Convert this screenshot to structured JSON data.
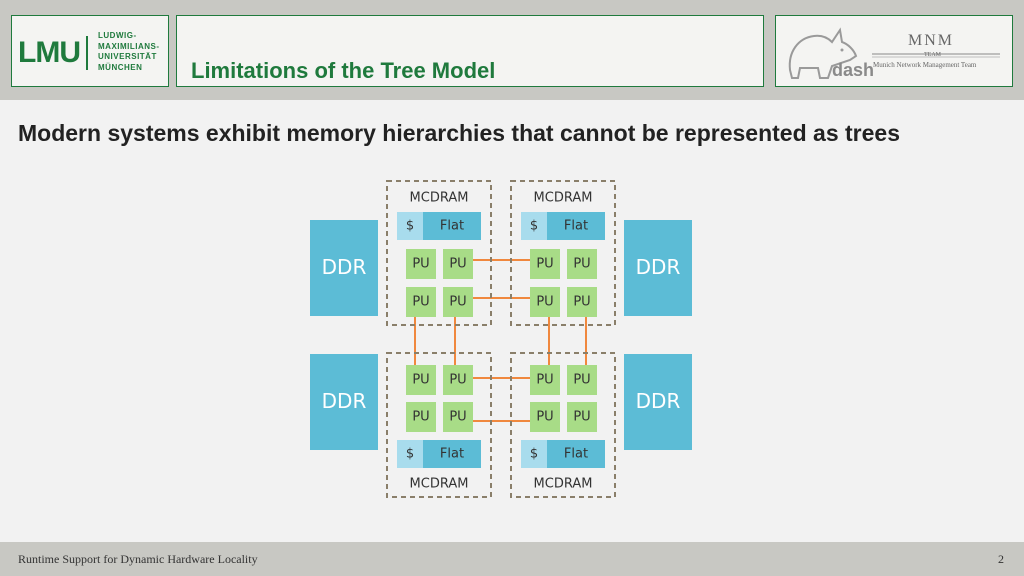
{
  "header": {
    "logo_word": "LMU",
    "logo_lines": [
      "LUDWIG-",
      "MAXIMILIANS-",
      "UNIVERSITÄT",
      "MÜNCHEN"
    ],
    "title": "Limitations of the Tree Model",
    "partner": {
      "dash": "dash",
      "mnm": "MNM",
      "team": "TEAM",
      "subtitle": "Munich Network Management Team"
    }
  },
  "heading": "Modern systems exhibit memory hierarchies that cannot be represented as trees",
  "diagram": {
    "mcdram_label": "MCDRAM",
    "cache_label": "$",
    "flat_label": "Flat",
    "pu_label": "PU",
    "ddr_label": "DDR",
    "colors": {
      "pu": "#a8dc87",
      "ddr": "#5cbcd6",
      "cache": "#a8dced",
      "flat": "#5cbcd6",
      "link": "#f0883e",
      "dashed": "#8a7f6a"
    }
  },
  "footer": {
    "text": "Runtime Support for Dynamic Hardware Locality",
    "page": "2"
  }
}
